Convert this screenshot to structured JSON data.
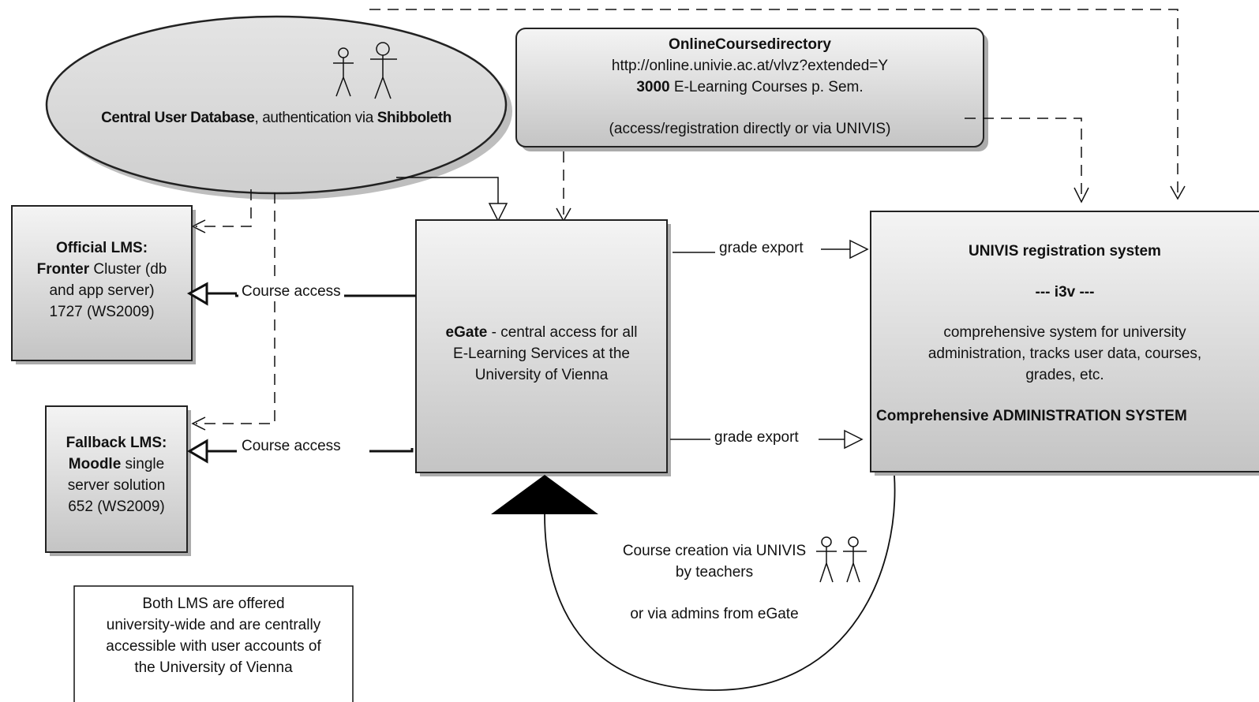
{
  "central_db": {
    "title_bold": "Central User Database",
    "title_mid": ", authentication via ",
    "title_bold2": "Shibboleth"
  },
  "course_directory": {
    "title": "OnlineCoursedirectory",
    "url": "http://online.univie.ac.at/vlvz?extended=Y",
    "count_bold": "3000",
    "count_rest": " E-Learning Courses p. Sem.",
    "note": "(access/registration directly or via UNIVIS)"
  },
  "official_lms": {
    "title": "Official LMS:",
    "line2_bold": "Fronter",
    "line2_rest": " Cluster (db",
    "line3": "and app server)",
    "line4": "1727 (WS2009)"
  },
  "fallback_lms": {
    "title": "Fallback LMS:",
    "line2_bold": "Moodle",
    "line2_rest": " single",
    "line3": "server solution",
    "line4": "652 (WS2009)"
  },
  "egate": {
    "name_bold": "eGate",
    "line1_rest": " - central access for all",
    "line2": "E-Learning Services at the",
    "line3": "University of Vienna"
  },
  "univis": {
    "title": "UNIVIS registration system",
    "subtitle": "--- i3v ---",
    "desc1": "comprehensive system for university",
    "desc2": "administration, tracks user data, courses,",
    "desc3": "grades, etc.",
    "footer": "Comprehensive ADMINISTRATION SYSTEM"
  },
  "edges": {
    "course_access_1": "Course access",
    "course_access_2": "Course access",
    "grade_export_1": "grade export",
    "grade_export_2": "grade export",
    "creation_line1": "Course creation via UNIVIS",
    "creation_line2": "by teachers",
    "creation_line3": "or via admins from eGate"
  },
  "note": {
    "line1": "Both LMS are offered",
    "line2": "university-wide and are centrally",
    "line3": "accessible with user accounts of",
    "line4": "the University of Vienna"
  }
}
